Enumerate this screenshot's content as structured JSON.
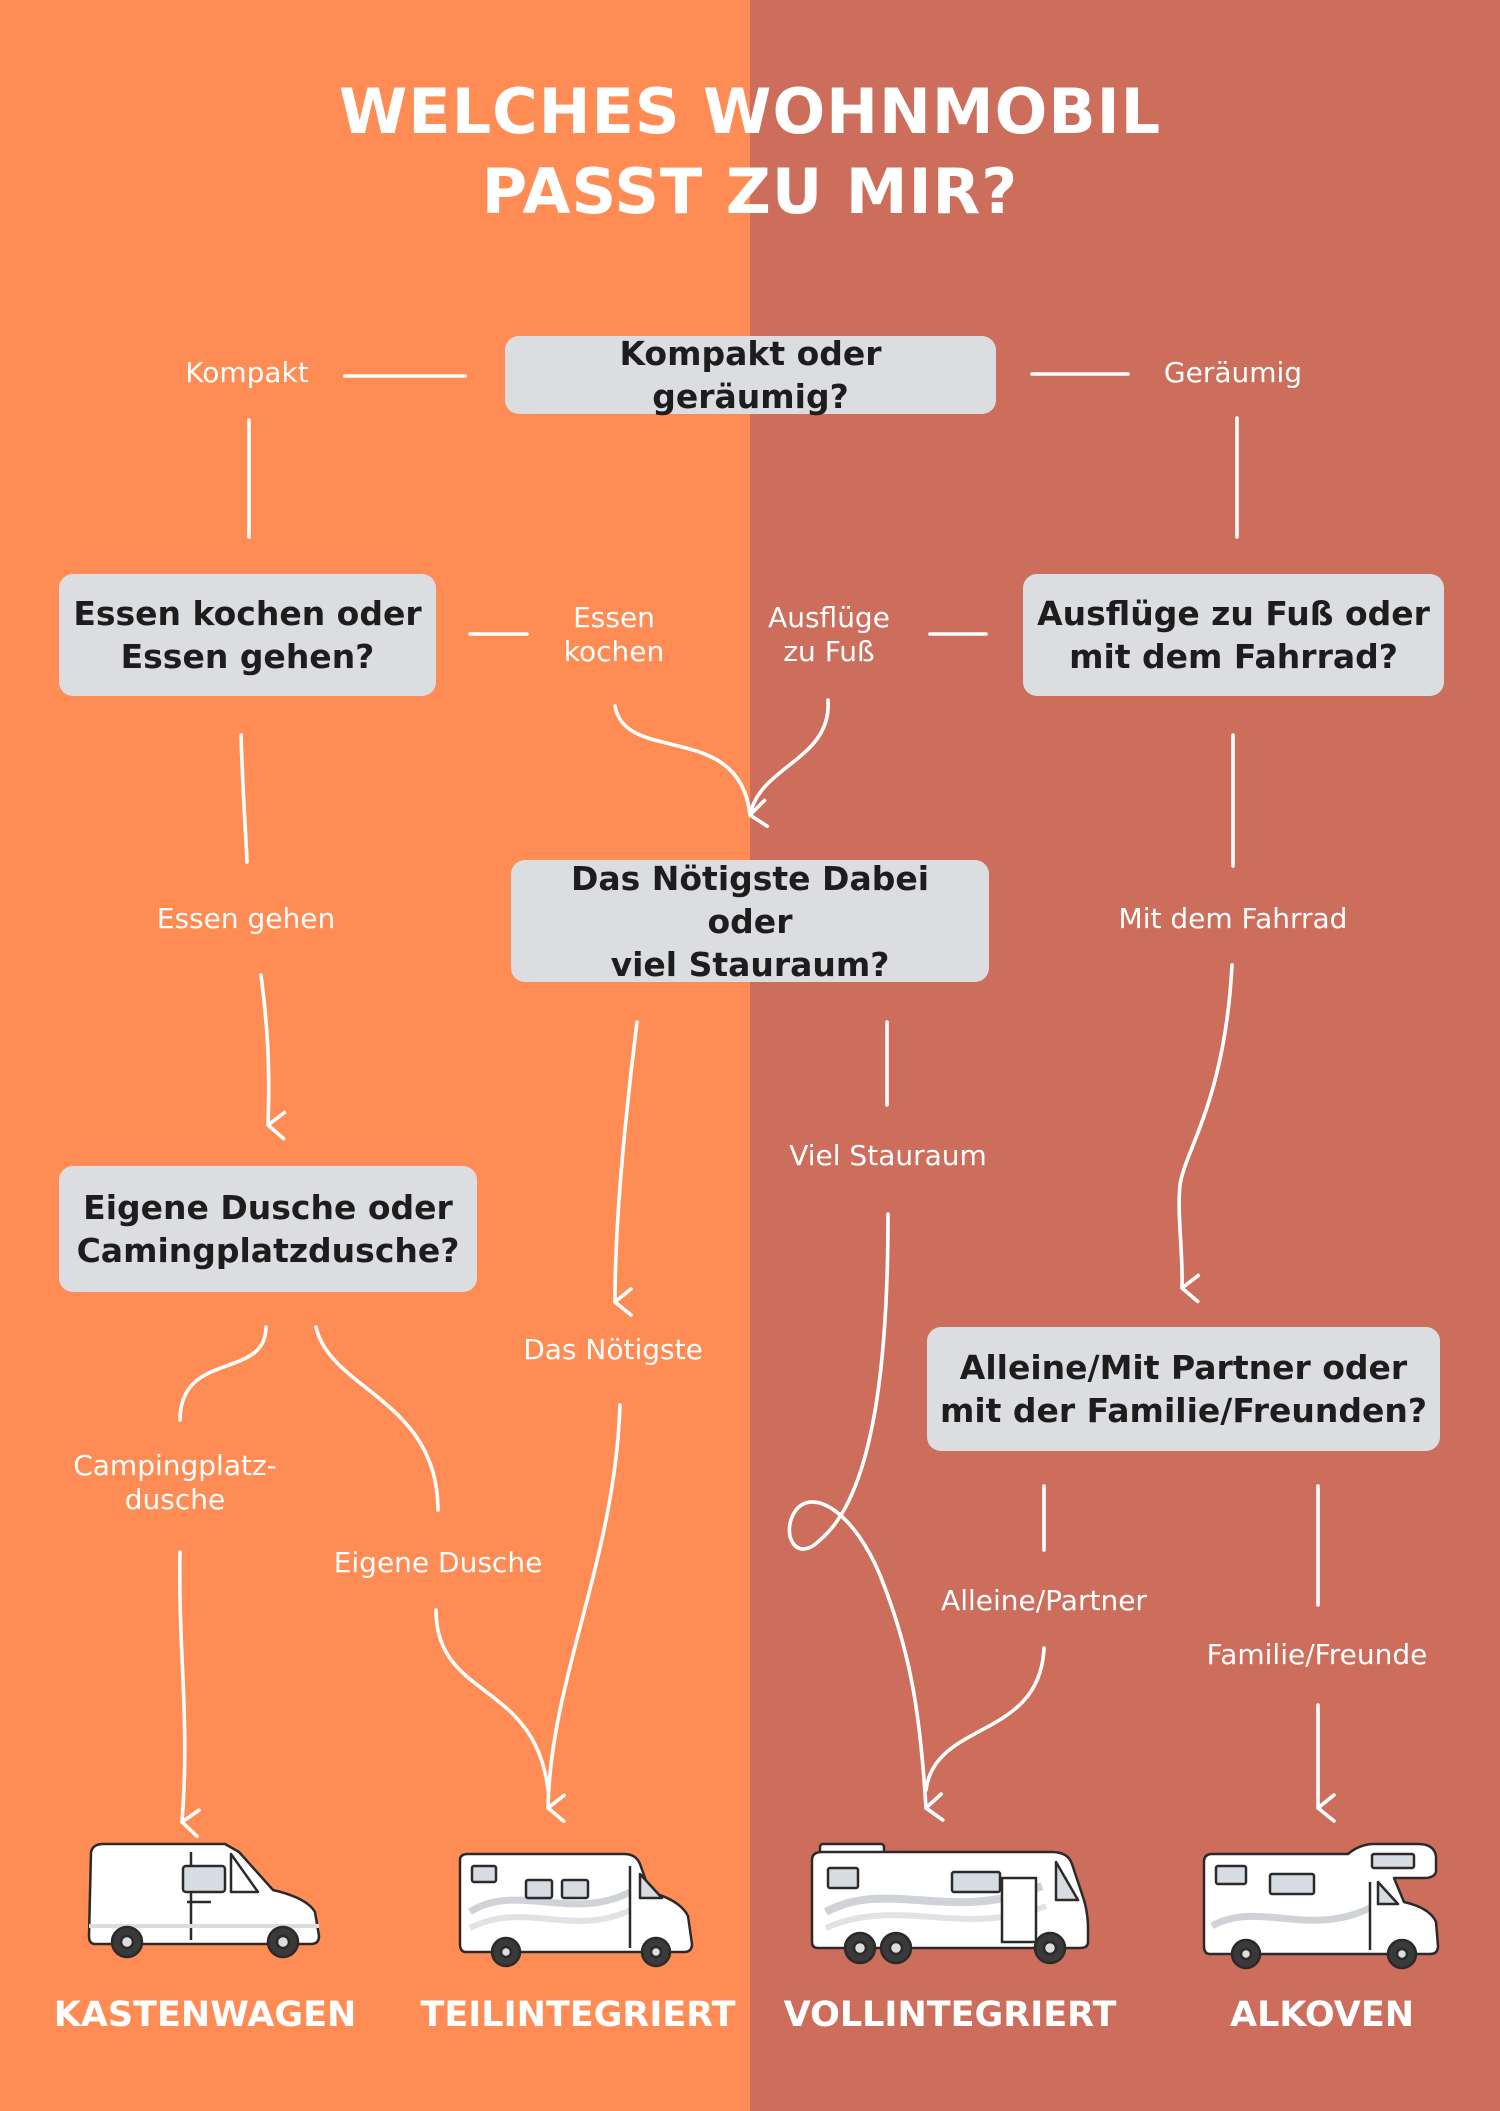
{
  "title": {
    "line1": "WELCHES WOHNMOBIL",
    "line2": "PASST ZU MIR?"
  },
  "colors": {
    "left_background": "#FF8C55",
    "right_background": "#CD6E5C",
    "question_box": "#DCDDE1",
    "text_light": "#FFFFFF",
    "text_dark": "#1D1D1D"
  },
  "questions": {
    "q1": "Kompakt oder geräumig?",
    "q2_line1": "Essen kochen oder",
    "q2_line2": "Essen gehen?",
    "q3_line1": "Ausflüge zu Fuß oder",
    "q3_line2": "mit dem Fahrrad?",
    "q4_line1": "Das Nötigste Dabei oder",
    "q4_line2": "viel Stauraum?",
    "q5_line1": "Eigene Dusche oder",
    "q5_line2": "Camingplatzdusche?",
    "q6_line1": "Alleine/Mit Partner oder",
    "q6_line2": "mit der Familie/Freunden?"
  },
  "labels": {
    "kompakt": "Kompakt",
    "geraeumig": "Geräumig",
    "essen_kochen_line1": "Essen",
    "essen_kochen_line2": "kochen",
    "ausfluege_line1": "Ausflüge",
    "ausfluege_line2": "zu Fuß",
    "essen_gehen": "Essen gehen",
    "mit_dem_fahrrad": "Mit dem Fahrrad",
    "viel_stauraum": "Viel Stauraum",
    "das_noetigste": "Das Nötigste",
    "campingplatz_line1": "Campingplatz-",
    "campingplatz_line2": "dusche",
    "eigene_dusche": "Eigene Dusche",
    "alleine_partner": "Alleine/Partner",
    "familie_freunde": "Familie/Freunde"
  },
  "categories": {
    "kastenwagen": "KASTENWAGEN",
    "teilintegriert": "TEILINTEGRIERT",
    "vollintegriert": "VOLLINTEGRIERT",
    "alkoven": "ALKOVEN"
  },
  "icons": {
    "kastenwagen": "panel-van-icon",
    "teilintegriert": "semi-integrated-motorhome-icon",
    "vollintegriert": "integrated-motorhome-icon",
    "alkoven": "alcove-motorhome-icon"
  }
}
